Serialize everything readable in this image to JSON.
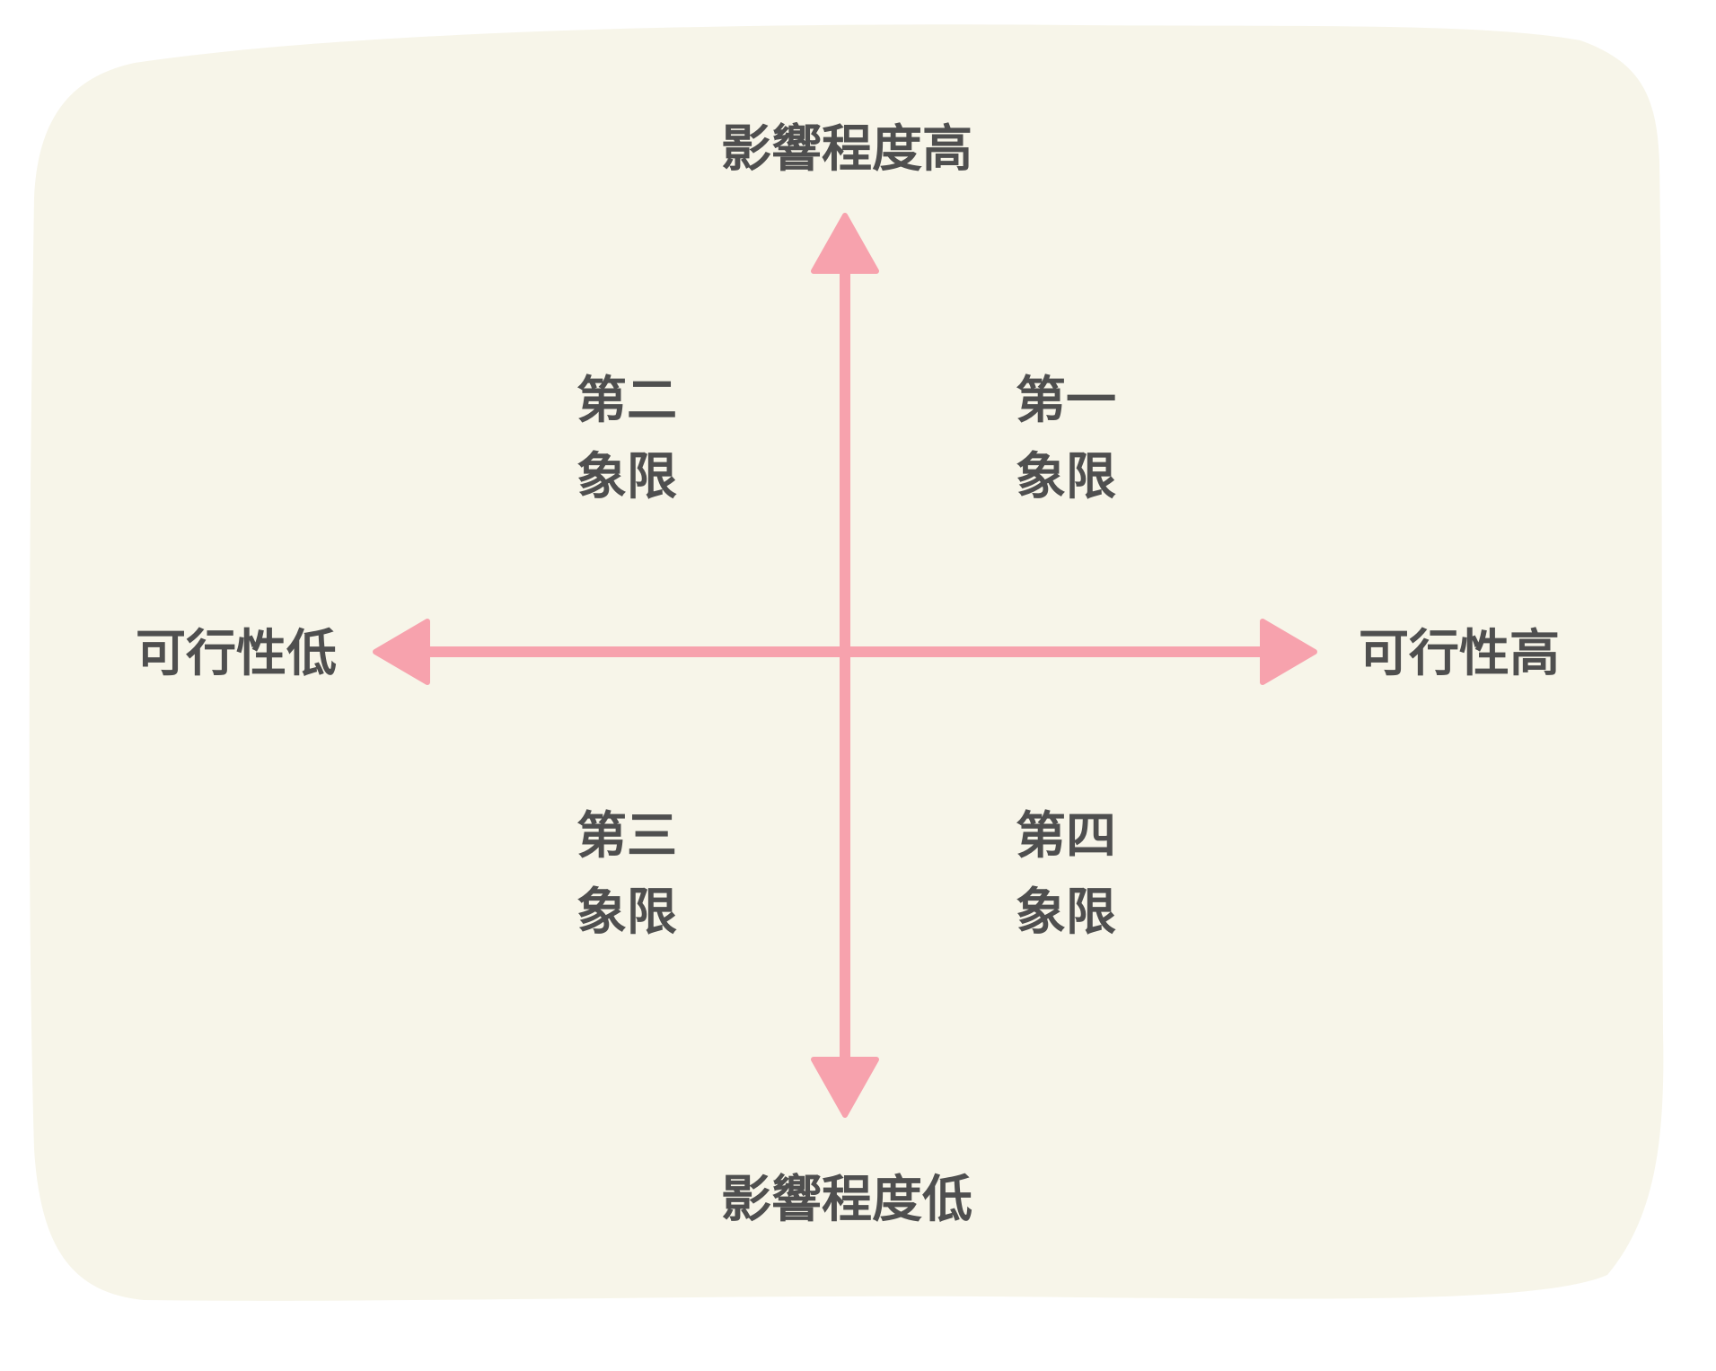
{
  "colors": {
    "background_card": "#f7f5e9",
    "arrow": "#f7a2ad",
    "text": "#4f4f4f"
  },
  "axis_labels": {
    "top": "影響程度高",
    "bottom": "影響程度低",
    "left": "可行性低",
    "right": "可行性高"
  },
  "quadrants": {
    "q1": {
      "line1": "第一",
      "line2": "象限"
    },
    "q2": {
      "line1": "第二",
      "line2": "象限"
    },
    "q3": {
      "line1": "第三",
      "line2": "象限"
    },
    "q4": {
      "line1": "第四",
      "line2": "象限"
    }
  }
}
